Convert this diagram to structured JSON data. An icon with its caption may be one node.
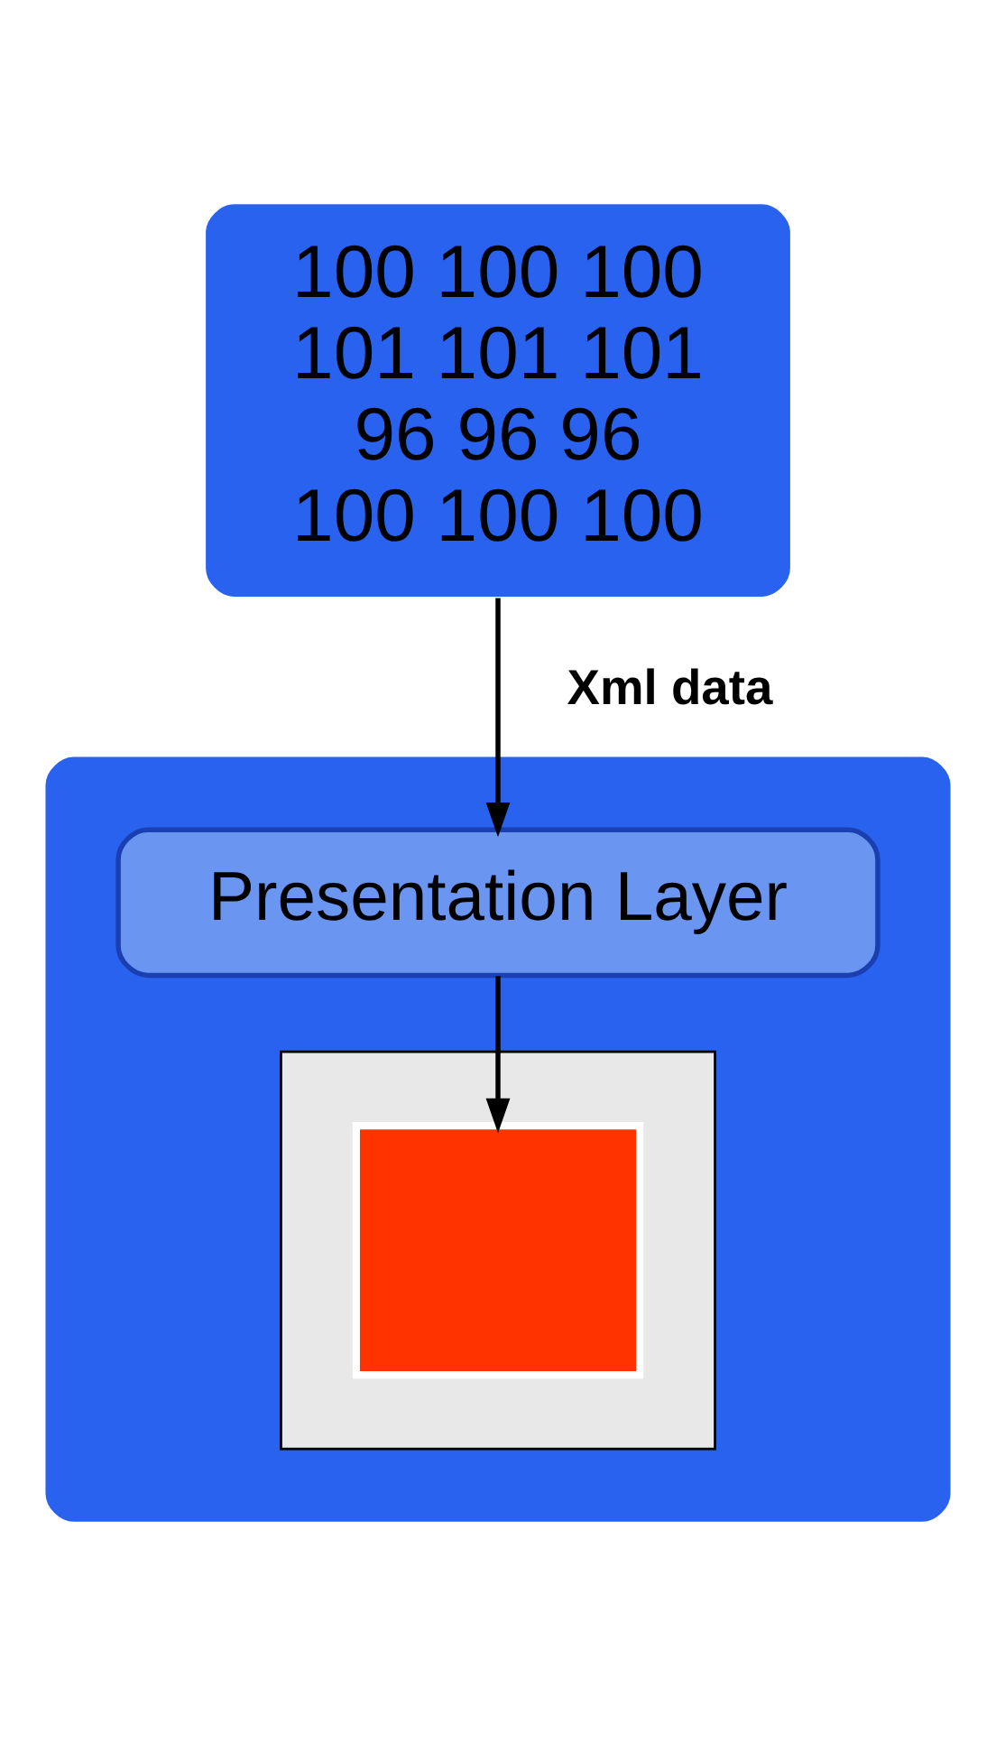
{
  "diagram": {
    "nodes": [
      {
        "text": [
          "100 100 100",
          "101 101 101",
          "96 96 96",
          "100 100 100"
        ]
      },
      {
        "text": [],
        "shape": "box"
      },
      {
        "text": [
          "Presentation Layer"
        ],
        "in": 1
      },
      {
        "text": [],
        "shape": "picture",
        "in": 1
      },
      {
        "text": [],
        "shape": "box",
        "in": 3
      }
    ],
    "edges": [
      {
        "from": 0,
        "to": 2,
        "arrow": "to",
        "label": "Xml data"
      },
      {
        "from": 2,
        "to": 4,
        "arrow": "to"
      }
    ]
  }
}
